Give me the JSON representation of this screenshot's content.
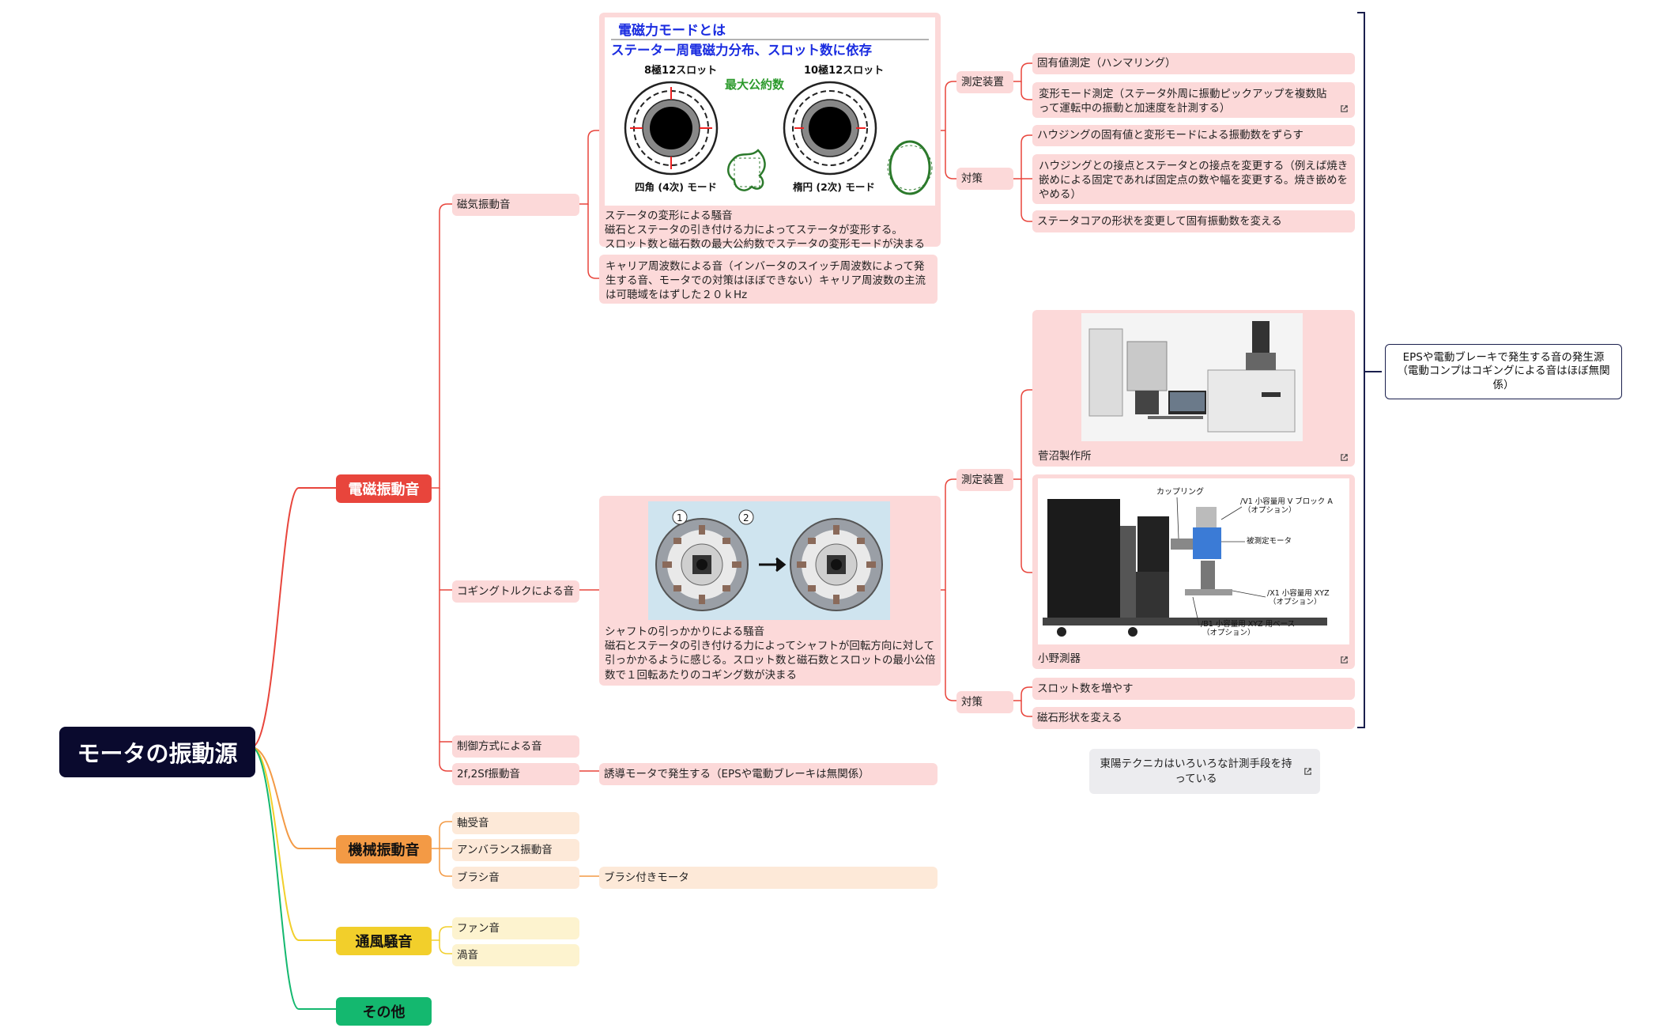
{
  "root": {
    "label": "モータの振動源"
  },
  "categories": {
    "electromagnetic": "電磁振動音",
    "mechanical": "機械振動音",
    "ventilation": "通風騒音",
    "other": "その他"
  },
  "em": {
    "magnetic": "磁気振動音",
    "cogging": "コギングトルクによる音",
    "control": "制御方式による音",
    "twof": "2f,2Sf振動音",
    "twof_note": "誘導モータで発生する（EPSや電動ブレーキは無関係）"
  },
  "magnetic_card": {
    "title": "電磁力モードとは",
    "subtitle": "ステーター周電磁力分布、スロット数に依存",
    "left_label": "8極12スロット",
    "center_label": "最大公約数",
    "right_label": "10極12スロット",
    "left_mode": "四角 (4次) モード",
    "right_mode": "楕円 (2次) モード",
    "text": "ステータの変形による騒音\n磁石とステータの引き付ける力によってステータが変形する。\nスロット数と磁石数の最大公約数でステータの変形モードが決まる"
  },
  "carrier": {
    "text": "キャリア周波数による音（インバータのスイッチ周波数によって発生する音、モータでの対策はほぼできない）キャリア周波数の主流は可聴域をはずした２０ｋHz"
  },
  "magnetic_measure": {
    "label": "測定装置",
    "items": [
      "固有値測定（ハンマリング）",
      "変形モード測定（ステータ外周に振動ピックアップを複数貼って運転中の振動と加速度を計測する）"
    ]
  },
  "magnetic_counter": {
    "label": "対策",
    "items": [
      "ハウジングの固有値と変形モードによる振動数をずらす",
      "ハウジングとの接点とステータとの接点を変更する（例えば焼き嵌めによる固定であれば固定点の数や幅を変更する。焼き嵌めをやめる）",
      "ステータコアの形状を変更して固有振動数を変える"
    ]
  },
  "cogging_card": {
    "marker1": "1",
    "marker2": "2",
    "text": "シャフトの引っかかりによる騒音\n磁石とステータの引き付ける力によってシャフトが回転方向に対して引っかかるように感じる。スロット数と磁石数とスロットの最小公倍数で１回転あたりのコギング数が決まる"
  },
  "cogging_measure": {
    "label": "測定装置",
    "sugawara": "菅沼製作所",
    "onosokki": "小野測器",
    "diagram": {
      "coupling": "カップリング",
      "v1": "/V1 小容量用 V ブロック A",
      "v1_opt": "（オプション）",
      "motor": "被測定モータ",
      "x1": "/X1 小容量用 XYZ",
      "x1_opt": "（オプション）",
      "b1": "/B1 小容量用 XYZ 用ベース",
      "b1_opt": "（オプション）"
    }
  },
  "cogging_counter": {
    "label": "対策",
    "items": [
      "スロット数を増やす",
      "磁石形状を変える"
    ]
  },
  "summary_note": "EPSや電動ブレーキで発生する音の発生源（電動コンプはコギングによる音はほぼ無関係）",
  "toyo_note": "東陽テクニカはいろいろな計測手段を持っている",
  "mech": {
    "bearing": "軸受音",
    "unbalance": "アンバランス振動音",
    "brush": "ブラシ音",
    "brush_note": "ブラシ付きモータ"
  },
  "vent": {
    "fan": "ファン音",
    "vortex": "渦音"
  },
  "colors": {
    "red": "#e8453c",
    "orange": "#f39a45",
    "yellow": "#f2cf2b",
    "green": "#14b86f",
    "navy": "#0a0a2e"
  }
}
